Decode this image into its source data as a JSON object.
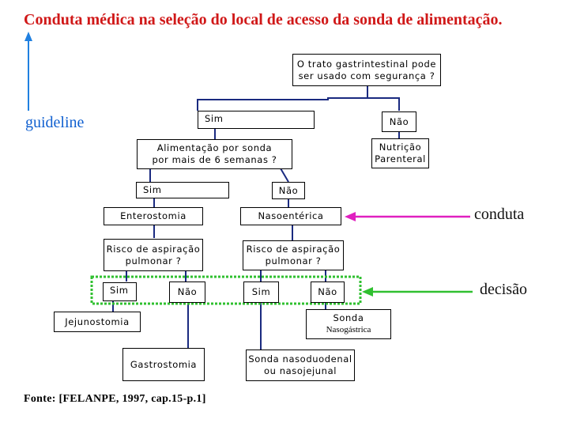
{
  "title": "Conduta médica na seleção do local de acesso da sonda de alimentação.",
  "labels": {
    "guideline": "guideline",
    "conduta": "conduta",
    "decisao": "decisão"
  },
  "source": "Fonte: [FELANPE, 1997, cap.15-p.1]",
  "nodes": {
    "root": {
      "line1": "O trato gastrintestinal pode",
      "line2": "ser usado com segurança ?"
    },
    "sim1": "Sim",
    "nao1": "Não",
    "alimentacao": {
      "line1": "Alimentação por sonda",
      "line2": "por mais de 6 semanas ?"
    },
    "nutricao": {
      "line1": "Nutrição",
      "line2": "Parenteral"
    },
    "sim2": "Sim",
    "nao2": "Não",
    "enterostomia": "Enterostomia",
    "nasoenterica": "Nasoentérica",
    "risco1": {
      "line1": "Risco de aspiração",
      "line2": "pulmonar ?"
    },
    "risco2": {
      "line1": "Risco de aspiração",
      "line2": "pulmonar ?"
    },
    "sim3": "Sim",
    "nao3": "Não",
    "sim4": "Sim",
    "nao4": "Não",
    "jejunostomia": "Jejunostomia",
    "sonda_nasogastrica": {
      "line1": "Sonda",
      "line2": "Nasogástrica"
    },
    "gastrostomia": "Gastrostomia",
    "sonda_nasoduodenal": {
      "line1": "Sonda nasoduodenal",
      "line2": "ou nasojejunal"
    }
  },
  "colors": {
    "title": "#d01818",
    "connector": "#1a2a80",
    "guideline_arrow": "#2080e0",
    "conduta_arrow": "#e020c0",
    "decisao_arrow": "#30c030",
    "decisao_frame": "#30c030"
  }
}
